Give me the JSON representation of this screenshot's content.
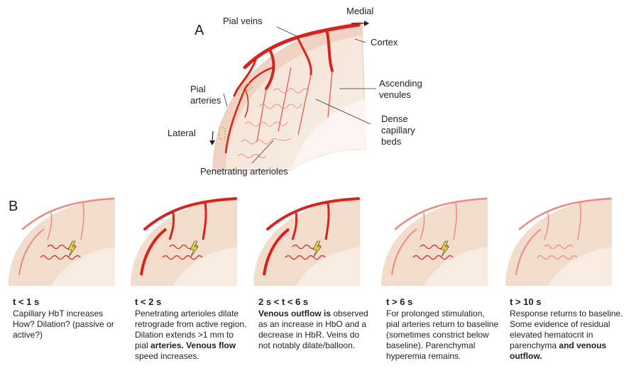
{
  "panel_a": {
    "letter": "A",
    "labels": {
      "medial": "Medial",
      "pial_veins": "Pial veins",
      "cortex": "Cortex",
      "pial_arteries": "Pial\narteries",
      "ascending_venules": "Ascending\nvenules",
      "dense_capillary_beds": "Dense\ncapillary\nbeds",
      "lateral": "Lateral",
      "penetrating_arterioles": "Penetrating arterioles"
    }
  },
  "panel_b": {
    "letter": "B",
    "stages": [
      {
        "time": "t < 1 s",
        "text": "Capillary HbT increases How? Dilation? (passive or active?)",
        "bold_tail": ""
      },
      {
        "time": "t < 2 s",
        "text": "Penetrating arterioles dilate retrograde from active region. Dilation extends >1 mm to pial",
        "bold_tail": "arteries. Venous flow",
        "text_after": "speed increases."
      },
      {
        "time": "2 s < t < 6 s",
        "bold_head": "Venous outflow is",
        "text": "observed as an increase in HbO and a decrease in HbR. Veins do not notably dilate/balloon."
      },
      {
        "time": "t > 6 s",
        "text": "For prolonged stimulation, pial arteries return to baseline (sometimes constrict below baseline). Parenchymal hyperemia remains."
      },
      {
        "time": "t > 10 s",
        "text": "Response returns to baseline. Some evidence of residual elevated hematocrit in parenchyma",
        "bold_tail": "and venous outflow."
      }
    ]
  },
  "colors": {
    "vessel_dark": "#d8231d",
    "vessel_light": "#eb8a80",
    "tissue": "#f2dccb",
    "tissue_light": "#f7ebe2"
  }
}
